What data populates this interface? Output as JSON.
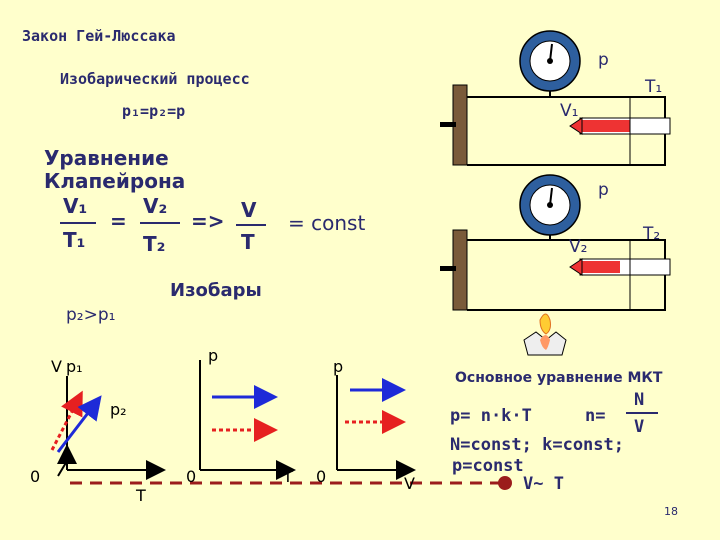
{
  "title": "Закон Гей-Люссака",
  "subtitle": "Изобарический процесс",
  "condition": "p₁=p₂=p",
  "clapeyron_label": "Уравнение Клапейрона",
  "clapeyron_line1": "Уравнение",
  "clapeyron_line2": "Клапейрона",
  "eq": {
    "v1": "V₁",
    "t1": "T₁",
    "eq_sign": "=",
    "v2": "V₂",
    "t2": "T₂",
    "implies": "=>",
    "v": "V",
    "t": "T",
    "const": "= const"
  },
  "isobars_label": "Изобары",
  "p2_gt_p1": "p₂>p₁",
  "apparatus": {
    "p_top": "p",
    "t1": "T₁",
    "v1": "V₁",
    "p_bottom": "p",
    "v2": "V₂",
    "t2": "T₂"
  },
  "graph1": {
    "v_axis": "V",
    "p1": "p₁",
    "p2": "p₂",
    "zero": "0",
    "t_axis": "T"
  },
  "graph2": {
    "p_axis": "p",
    "zero": "0",
    "t_axis": "T"
  },
  "graph3": {
    "p_axis": "p",
    "zero": "0",
    "v_axis": "V"
  },
  "mkt": {
    "heading": "Основное уравнение МКТ",
    "n_num": "N",
    "eq1": "p= n·k·T",
    "n_eq": "n=",
    "v_den": "V",
    "line2": "N=const; k=const;",
    "line3": "p=const",
    "line4": "V~ T"
  },
  "page_number": "18",
  "colors": {
    "text": "#2a2a6e",
    "arrow_red": "#e62020",
    "arrow_blue": "#1e2ad8",
    "axis_dashed": "#9b1c1c"
  }
}
